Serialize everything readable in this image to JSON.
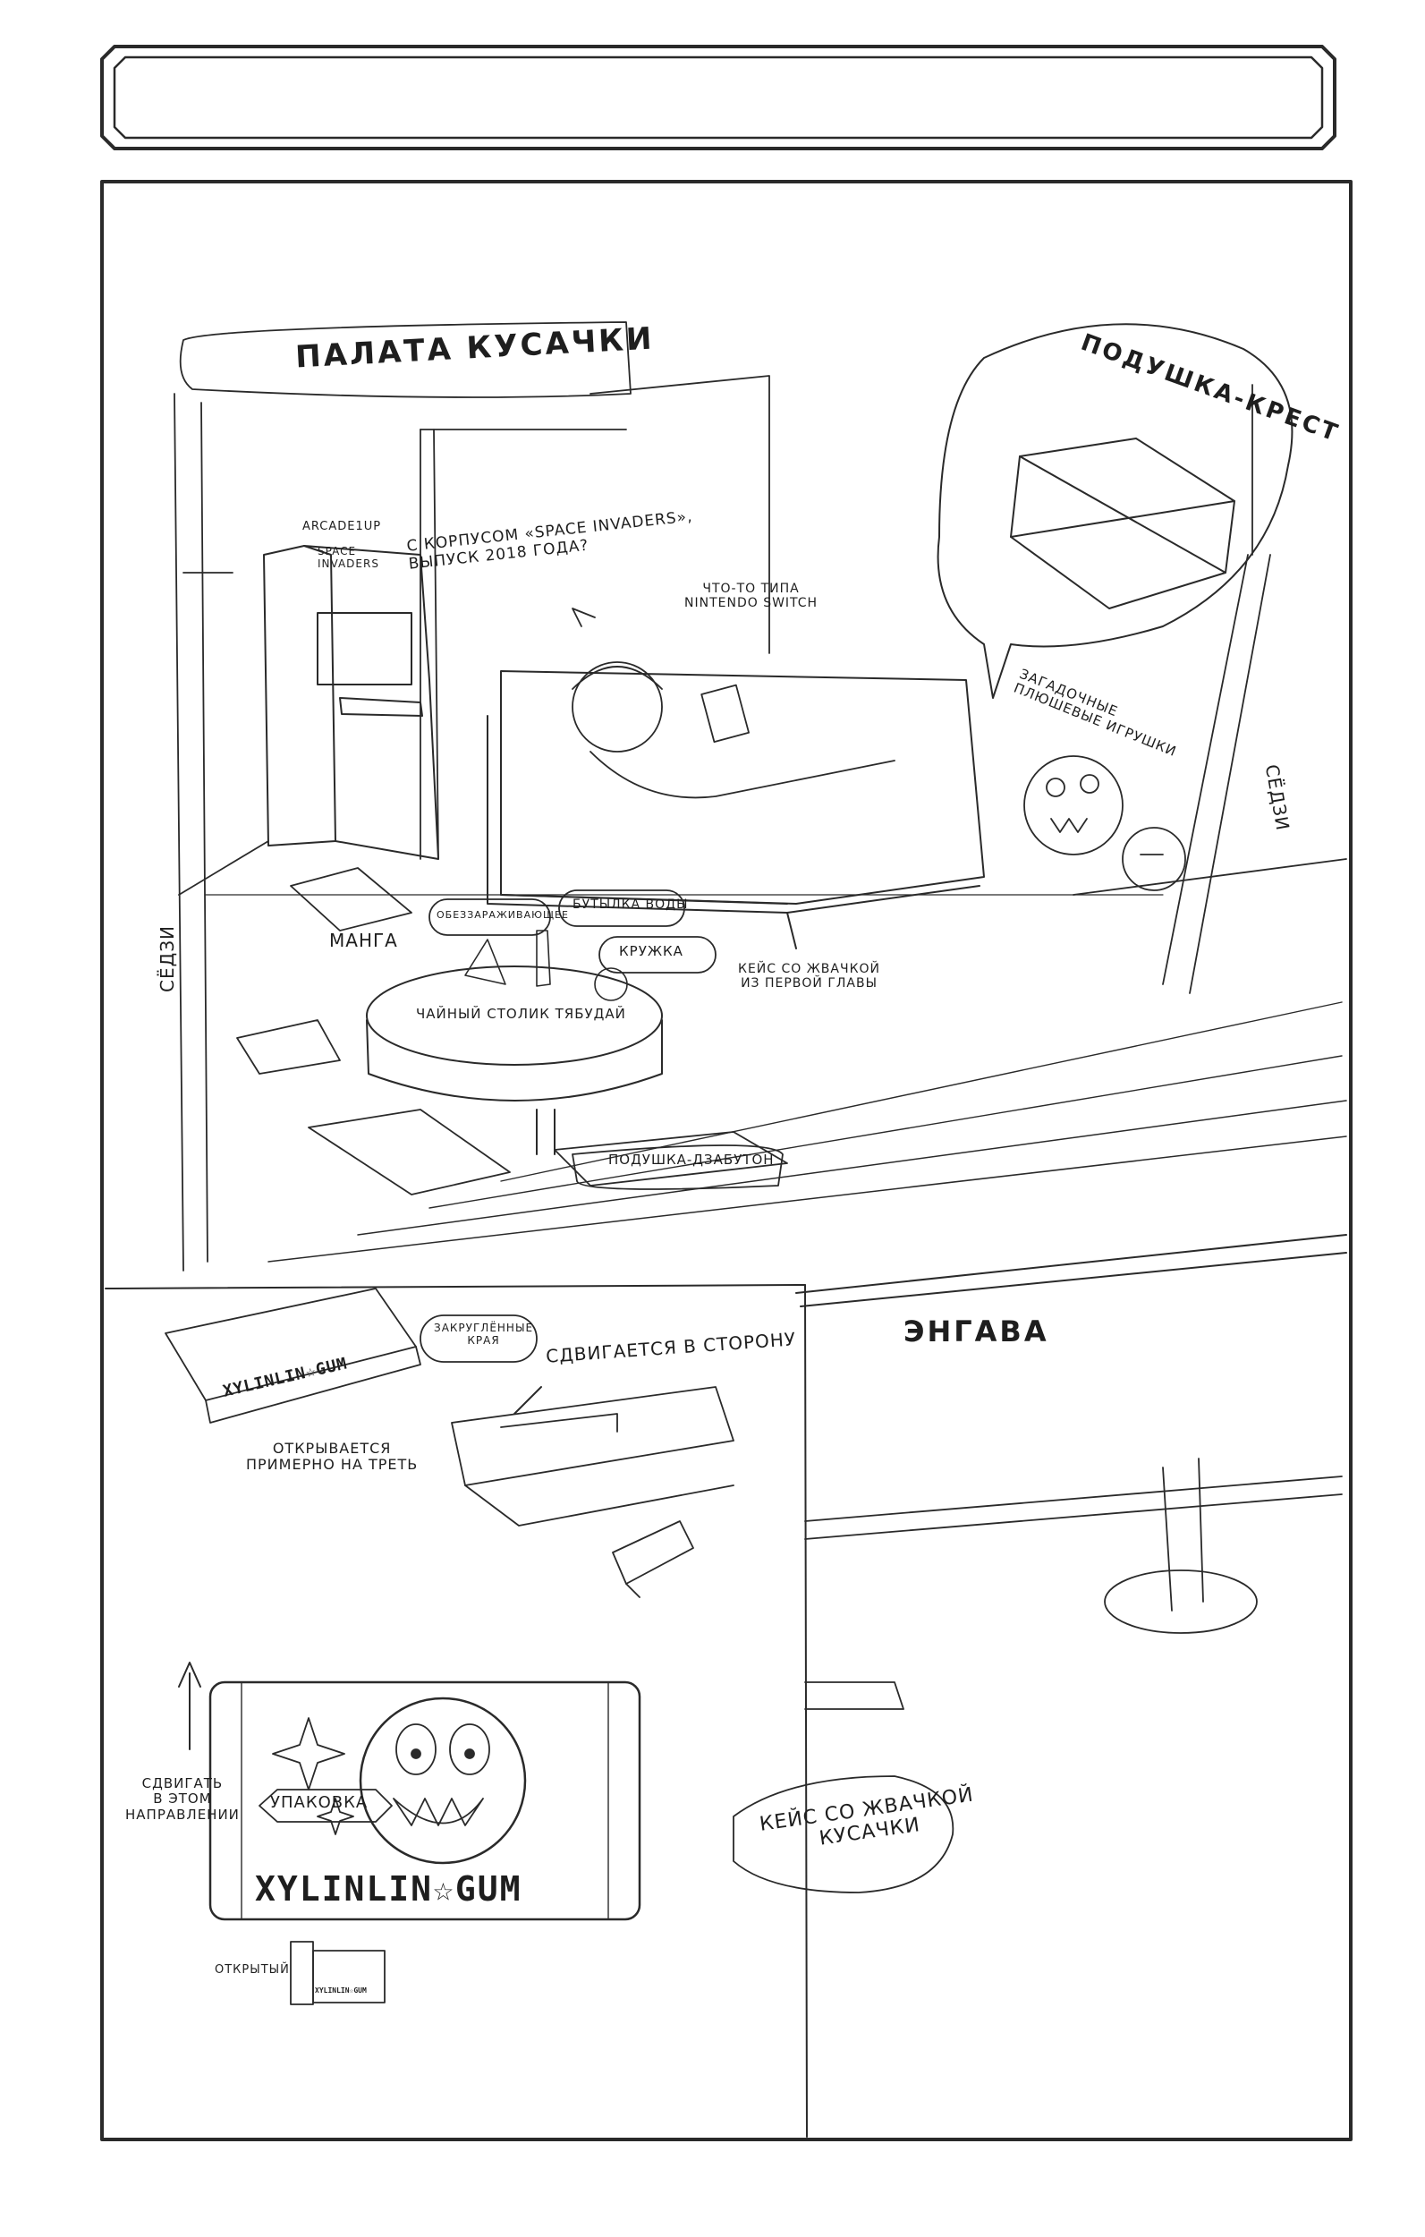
{
  "title_box": {
    "text": ""
  },
  "room": {
    "name": "ПАЛАТА КУСАЧКИ",
    "arcade_brand": "ARCADE1UP",
    "arcade_marquee": "SPACE\nINVADERS",
    "arcade_note": "С КОРПУСОМ «SPACE INVADERS»,\nВЫПУСК 2018 ГОДА?",
    "switch_note": "ЧТО-ТО ТИПА\nNINTENDO SWITCH",
    "pillow_cross": "ПОДУШКА-КРЕСТ",
    "plush_toys": "ЗАГАДОЧНЫЕ\nПЛЮШЕВЫЕ ИГРУШКИ",
    "sedzi_left": "СЁДЗИ",
    "sedzi_right": "СЁДЗИ",
    "manga": "МАНГА",
    "sanitizer": "ОБЕЗЗАРАЖИВАЮЩЕЕ",
    "water_bottle": "БУТЫЛКА ВОДЫ",
    "mug": "КРУЖКА",
    "gum_case_note": "КЕЙС СО ЖВАЧКОЙ\nИЗ ПЕРВОЙ ГЛАВЫ",
    "tea_table": "ЧАЙНЫЙ СТОЛИК ТЯБУДАЙ",
    "zabuton": "ПОДУШКА-ДЗАБУТОН"
  },
  "gum": {
    "rounded_edges": "ЗАКРУГЛЁННЫЕ\nКРАЯ",
    "slides_side": "СДВИГАЕТСЯ В СТОРОНУ",
    "opens_third": "ОТКРЫВАЕТСЯ\nПРИМЕРНО НА ТРЕТЬ",
    "packaging": "УПАКОВКА",
    "slide_direction": "СДВИГАТЬ\nВ ЭТОМ\nНАПРАВЛЕНИИ",
    "open_state": "ОТКРЫТЫЙ",
    "brand": "XYLINLIN☆GUM",
    "brand_small": "XYLINLIN☆GUM",
    "caption": "КЕЙС СО ЖВАЧКОЙ\nКУСАЧКИ"
  },
  "engawa": {
    "name": "ЭНГАВА"
  }
}
